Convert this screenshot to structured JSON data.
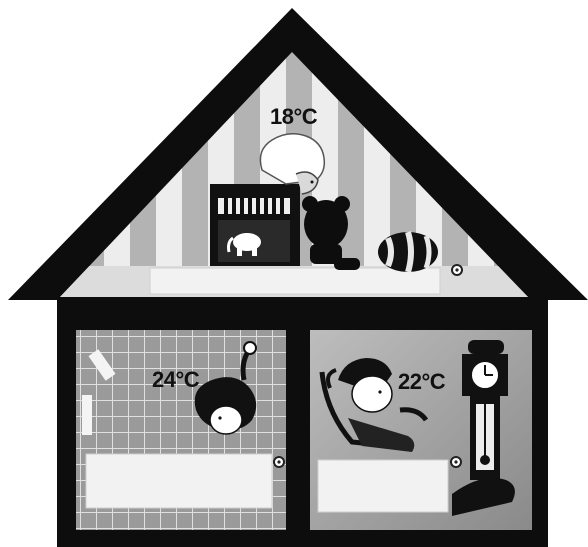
{
  "rooms": {
    "attic": {
      "temperature": "18°C"
    },
    "bathroom": {
      "temperature": "24°C"
    },
    "living_room": {
      "temperature": "22°C"
    }
  },
  "colors": {
    "frame": "#0d0d0d",
    "wall_light": "#e8e8e8",
    "wall_mid": "#a6a6a6",
    "radiator": "#f2f2f2"
  }
}
